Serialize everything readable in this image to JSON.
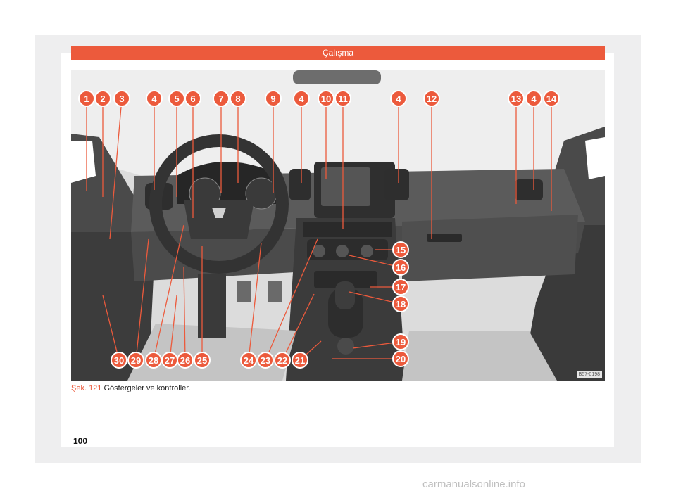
{
  "header": {
    "title": "Çalışma"
  },
  "figure": {
    "callouts_top": [
      "1",
      "2",
      "3",
      "4",
      "5",
      "6",
      "7",
      "8",
      "9",
      "4",
      "10",
      "11",
      "4",
      "12",
      "13",
      "4",
      "14"
    ],
    "callouts_right": [
      "15",
      "16",
      "17",
      "18",
      "19",
      "20"
    ],
    "callouts_bottom": [
      "30",
      "29",
      "28",
      "27",
      "26",
      "25",
      "24",
      "23",
      "22",
      "21"
    ],
    "ref_code": "B57-0198"
  },
  "caption": {
    "number": "Şek. 121",
    "text": "Göstergeler ve kontroller."
  },
  "page_number": "100",
  "watermark": "carmanualsonline.info",
  "colors": {
    "accent": "#ec5a3c",
    "frame": "#eeeeef"
  }
}
